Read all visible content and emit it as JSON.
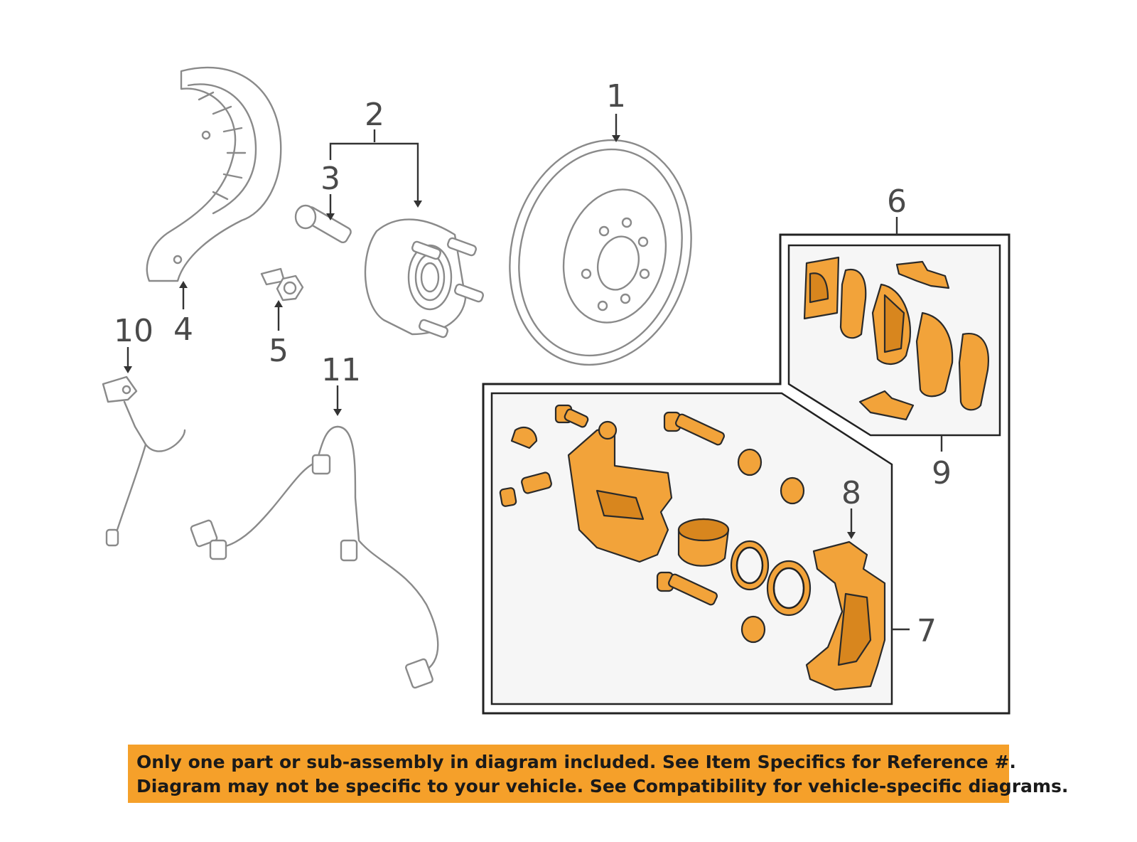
{
  "callouts": {
    "c1": "1",
    "c2": "2",
    "c3": "3",
    "c4": "4",
    "c5": "5",
    "c6": "6",
    "c7": "7",
    "c8": "8",
    "c9": "9",
    "c10": "10",
    "c11": "11"
  },
  "notice": {
    "line1": "Only one part or sub-assembly in diagram included. See Item Specifics for Reference #.",
    "line2": "Diagram may not be specific to your vehicle. See Compatibility for vehicle-specific diagrams."
  },
  "colors": {
    "highlight": "#f2a33a",
    "banner": "#f5a02a",
    "outline_gray": "#8a8a8a"
  }
}
